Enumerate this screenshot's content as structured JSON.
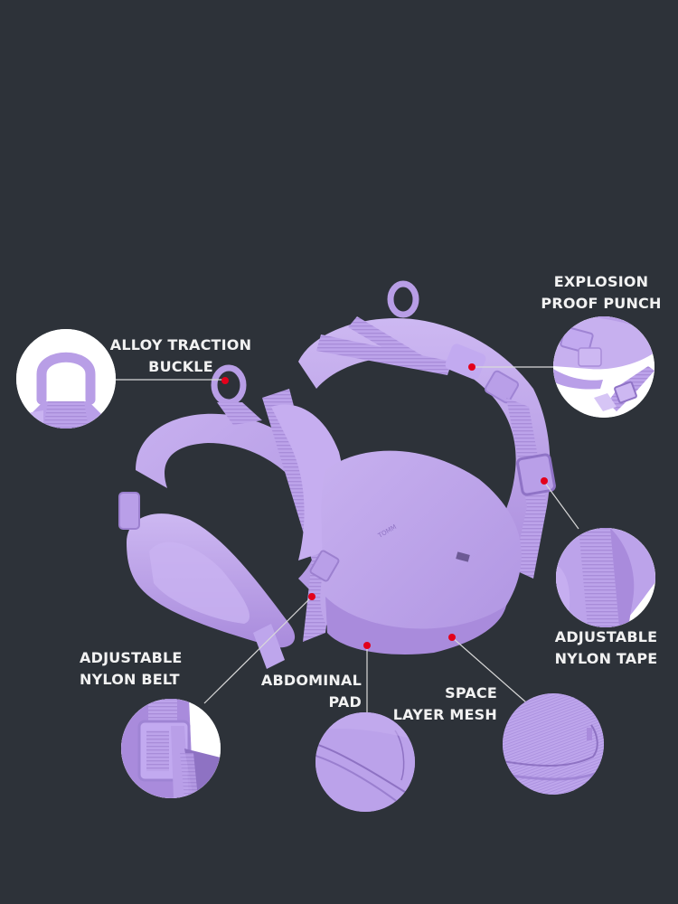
{
  "colors": {
    "background": "#2d3239",
    "harness_purple": "#b89ee6",
    "harness_light": "#cbb5f0",
    "harness_shadow": "#9c80cf",
    "callout_dot": "#e3001b",
    "callout_line": "#d9d9d9",
    "label_text": "#f2f2f2"
  },
  "features": [
    {
      "id": "alloy-traction-buckle",
      "label_lines": [
        "ALLOY TRACTION",
        "BUCKLE"
      ],
      "detail_icon": "d-ring-closeup"
    },
    {
      "id": "explosion-proof-punch",
      "label_lines": [
        "EXPLOSION",
        "PROOF PUNCH"
      ],
      "detail_icon": "side-release-buckle-closeup"
    },
    {
      "id": "adjustable-nylon-tape",
      "label_lines": [
        "ADJUSTABLE",
        "NYLON TAPE"
      ],
      "detail_icon": "nylon-tape-closeup"
    },
    {
      "id": "adjustable-nylon-belt",
      "label_lines": [
        "ADJUSTABLE",
        "NYLON BELT"
      ],
      "detail_icon": "slider-buckle-closeup"
    },
    {
      "id": "abdominal-pad",
      "label_lines": [
        "ABDOMINAL",
        "PAD"
      ],
      "detail_icon": "padded-fabric-closeup"
    },
    {
      "id": "space-layer-mesh",
      "label_lines": [
        "SPACE",
        "LAYER MESH"
      ],
      "detail_icon": "mesh-fabric-closeup"
    }
  ],
  "product_image": {
    "icon": "dog-harness",
    "color_name": "Lavender Purple"
  }
}
